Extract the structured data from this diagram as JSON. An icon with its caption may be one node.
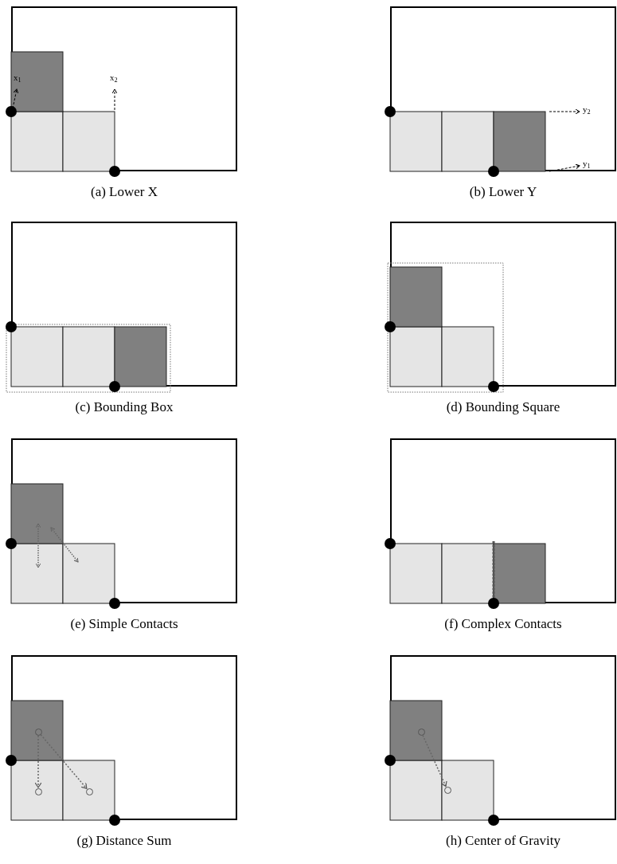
{
  "diagram": {
    "nodes": [
      {
        "text": [
          "(a) Lower X"
        ]
      },
      {
        "text": [
          "(b) Lower Y"
        ]
      },
      {
        "text": [
          "(c) Bounding Box"
        ]
      },
      {
        "text": [
          "(d) Bounding Square"
        ]
      },
      {
        "text": [
          "(e) Simple Contacts"
        ]
      },
      {
        "text": [
          "(f) Complex Contacts"
        ]
      },
      {
        "text": [
          "(g) Distance Sum"
        ]
      },
      {
        "text": [
          "(h) Center of Gravity"
        ]
      },
      {
        "text": [],
        "shape": "circle",
        "in": 6
      },
      {
        "text": [],
        "shape": "circle",
        "in": 6
      },
      {
        "text": [],
        "shape": "circle",
        "in": 6
      },
      {
        "text": [],
        "shape": "circle",
        "in": 7
      },
      {
        "text": [],
        "shape": "circle",
        "in": 7
      }
    ],
    "edges": [
      {
        "from": 8,
        "to": 9,
        "arrow": "to",
        "style": "dashed"
      },
      {
        "from": 8,
        "to": 10,
        "arrow": "to",
        "style": "dashed"
      },
      {
        "from": 11,
        "to": 12,
        "arrow": "to",
        "style": "dashed"
      }
    ],
    "labels": [
      "x$_{1}$",
      "x$_{2}$",
      "y$_{2}$",
      "y$_{1}$"
    ]
  }
}
